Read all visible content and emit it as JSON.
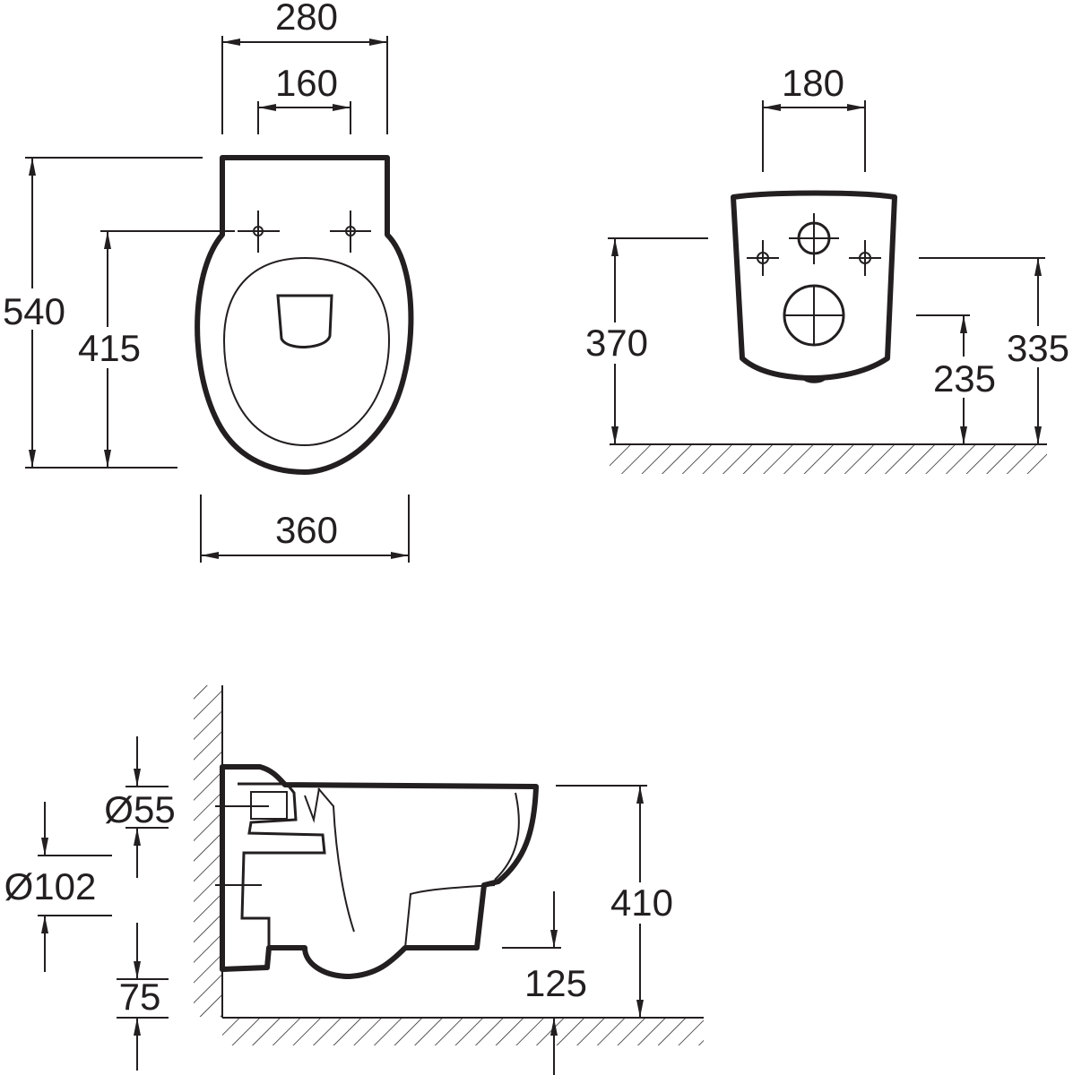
{
  "top_view": {
    "overall_width_top": "280",
    "fixing_spacing": "160",
    "overall_length": "540",
    "fixing_to_front": "415",
    "bowl_width": "360"
  },
  "rear_view": {
    "fixing_spacing": "180",
    "fixing_height": "370",
    "outlet_height": "235",
    "inlet_height": "335"
  },
  "side_view": {
    "inlet_diameter": "Ø55",
    "outlet_diameter": "Ø102",
    "outlet_base": "75",
    "rim_height": "410",
    "base_height": "125"
  }
}
